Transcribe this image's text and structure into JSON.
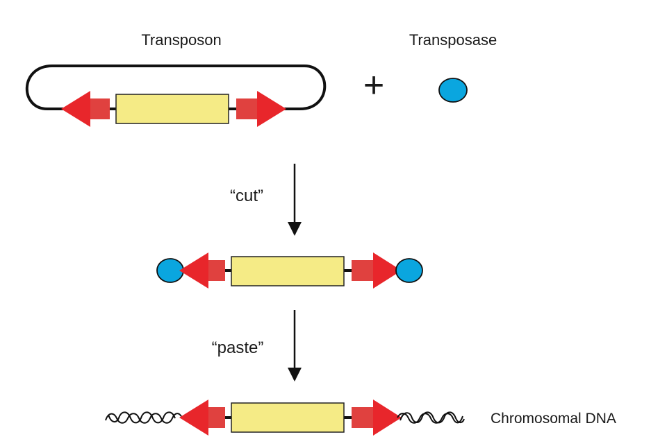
{
  "labels": {
    "transposon": "Transposon",
    "transposase": "Transposase",
    "plus": "+",
    "cut": "“cut”",
    "paste": "“paste”",
    "chromosomal_dna": "Chromosomal DNA"
  },
  "colors": {
    "arrow_red": "#e8262b",
    "arrow_stem": "#e0413f",
    "insert_yellow": "#f5eb86",
    "protein_blue": "#0aa6df",
    "line": "#111111"
  }
}
